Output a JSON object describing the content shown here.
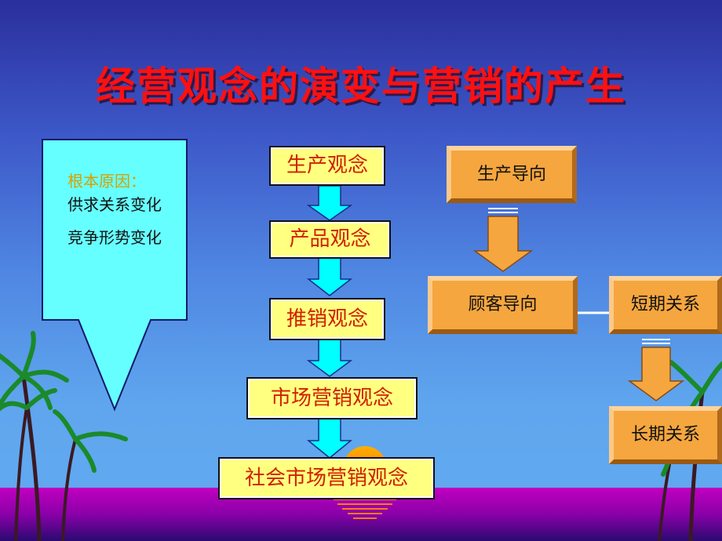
{
  "title": "经营观念的演变与营销的产生",
  "reasons": {
    "heading": "根本原因：",
    "items": [
      "供求关系变化",
      "竞争形势变化"
    ]
  },
  "concepts": [
    "生产观念",
    "产品观念",
    "推销观念",
    "市场营销观念",
    "社会市场营销观念"
  ],
  "orientation": {
    "production": "生产导向",
    "customer": "顾客导向",
    "short_term": "短期关系",
    "long_term": "长期关系"
  },
  "colors": {
    "title": "#ff1010",
    "concept_box": "#ffff80",
    "concept_text": "#d02000",
    "orange_box": "#f6a63e",
    "cyan_arrow": "#00ffff",
    "big_arrow": "#66ffff"
  }
}
